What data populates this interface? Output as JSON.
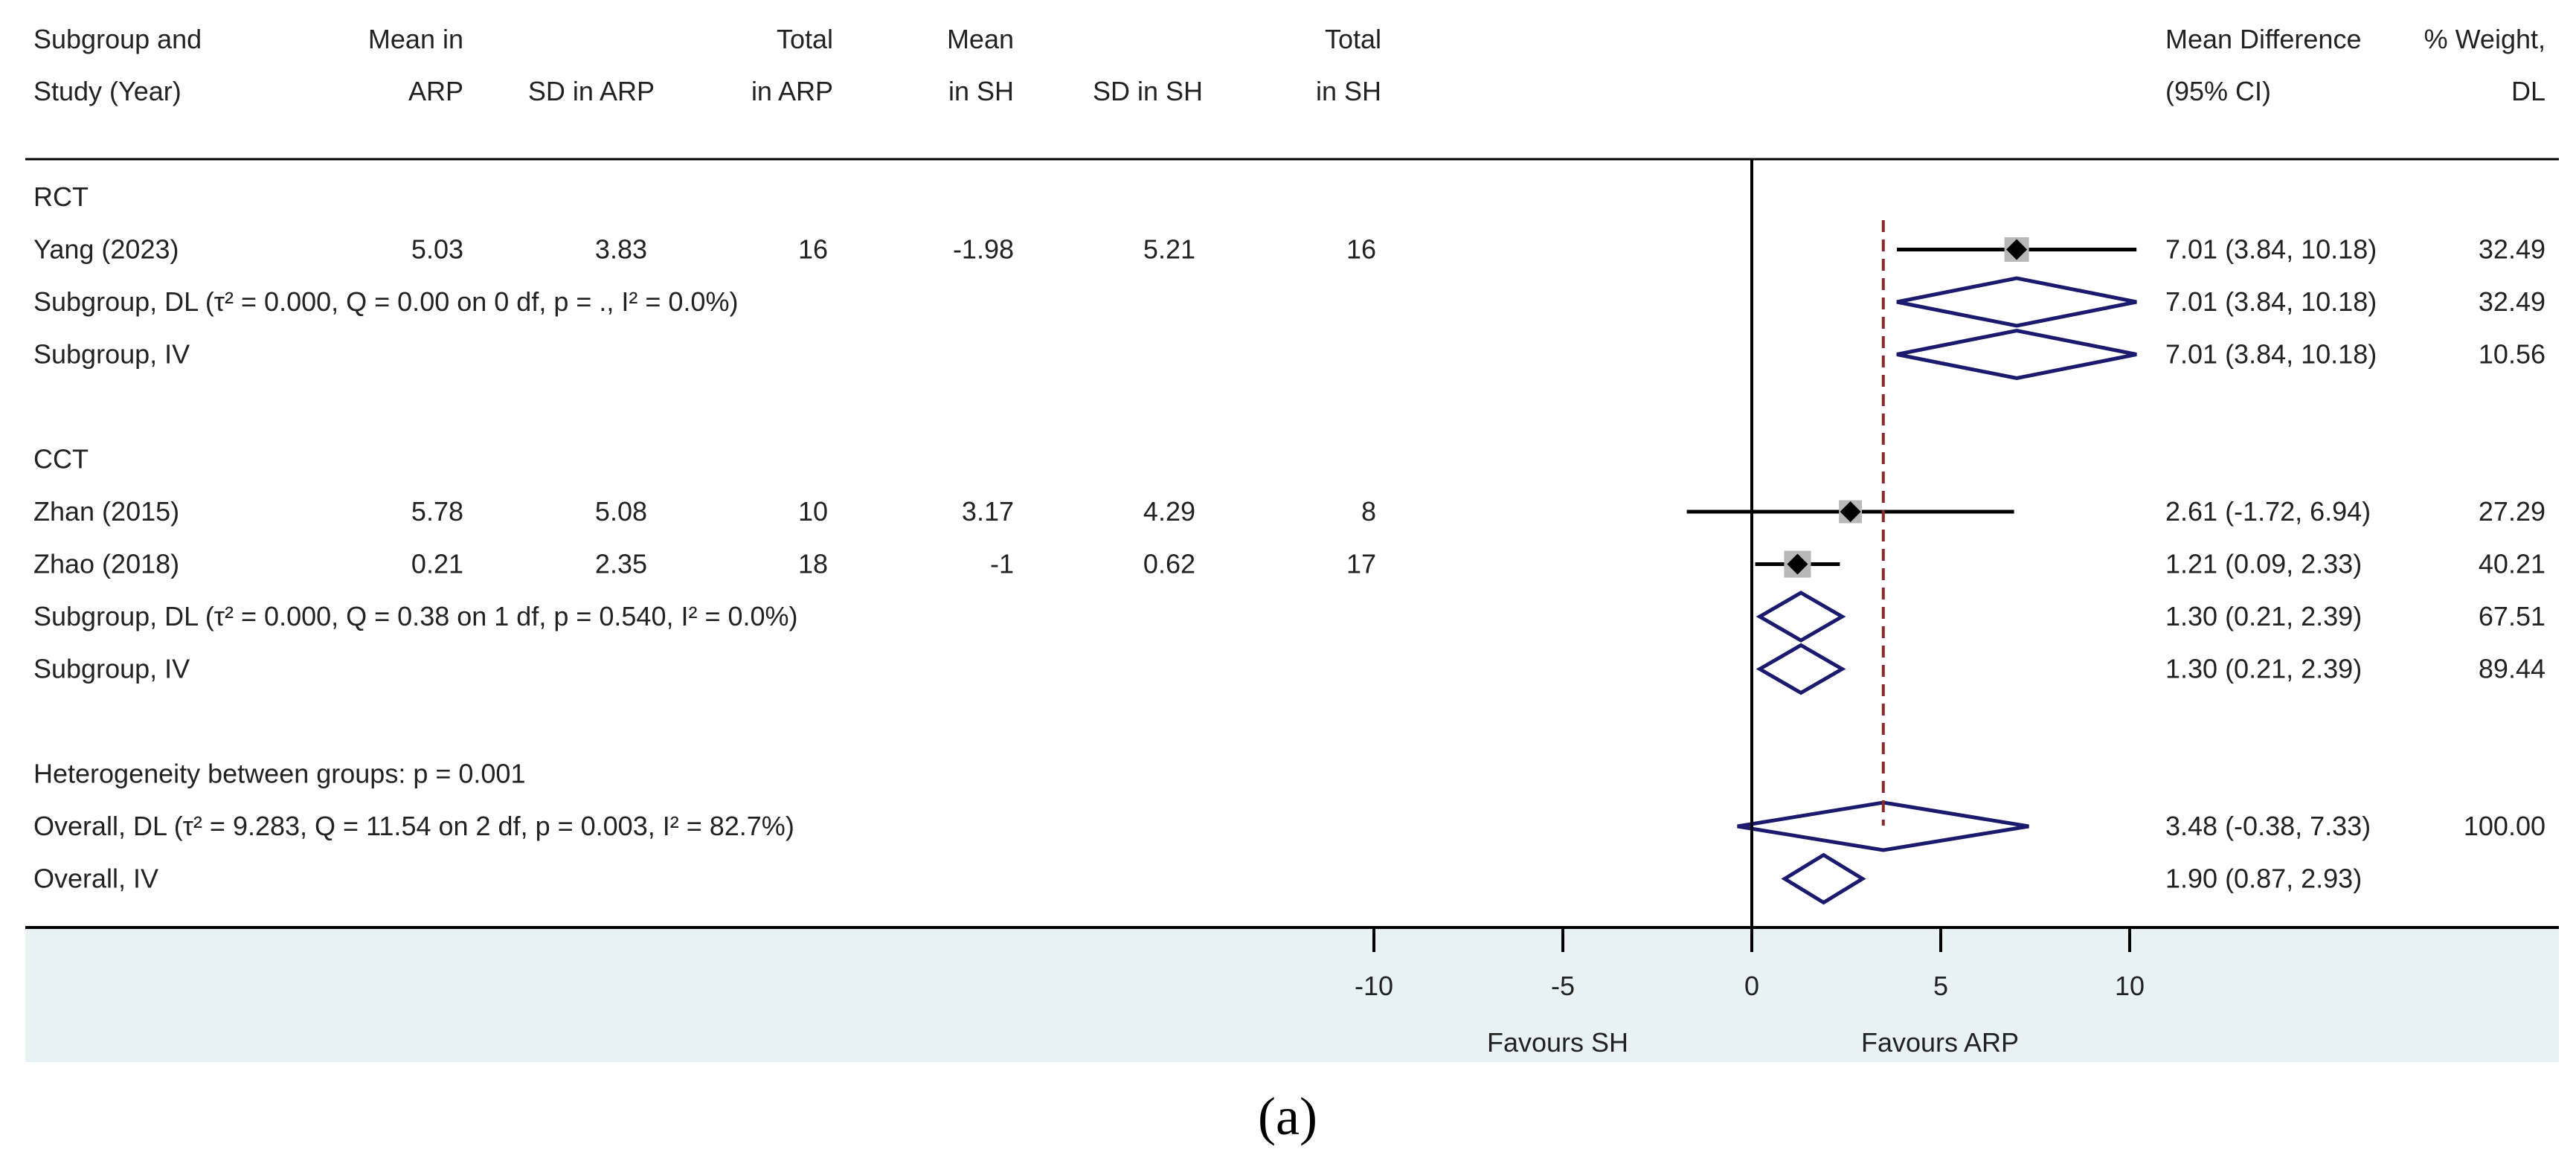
{
  "colors": {
    "axis_band": "#e8f1f4",
    "diamond": "#1a1a6e",
    "ci_line": "#000000",
    "weight_box": "#b8b8b8",
    "overall_line": "#8b2a2a"
  },
  "header": {
    "col1": [
      "Subgroup and",
      "Study (Year)"
    ],
    "col2": [
      "Mean in",
      "ARP"
    ],
    "col3": [
      "",
      "SD in ARP"
    ],
    "col4": [
      "Total",
      "in ARP"
    ],
    "col5": [
      "Mean",
      "in SH"
    ],
    "col6": [
      "",
      "SD in SH"
    ],
    "col7": [
      "Total",
      "in SH"
    ],
    "col8": [
      "Mean Difference",
      "(95% CI)"
    ],
    "col9": [
      "% Weight,",
      "DL"
    ]
  },
  "rows": [
    {
      "kind": "heading",
      "label": "RCT"
    },
    {
      "kind": "study",
      "label": "Yang (2023)",
      "mean_arp": "5.03",
      "sd_arp": "3.83",
      "n_arp": "16",
      "mean_sh": "-1.98",
      "sd_sh": "5.21",
      "n_sh": "16",
      "ci_text": "7.01 (3.84, 10.18)",
      "weight": "32.49",
      "md": 7.01,
      "lo": 3.84,
      "hi": 10.18,
      "w": 32.49
    },
    {
      "kind": "summary",
      "label": "Subgroup, DL (τ² = 0.000, Q = 0.00 on 0 df, p = ., I² = 0.0%)",
      "ci_text": "7.01 (3.84, 10.18)",
      "weight": "32.49",
      "md": 7.01,
      "lo": 3.84,
      "hi": 10.18
    },
    {
      "kind": "summary",
      "label": "Subgroup, IV",
      "ci_text": "7.01 (3.84, 10.18)",
      "weight": "10.56",
      "md": 7.01,
      "lo": 3.84,
      "hi": 10.18
    },
    {
      "kind": "blank"
    },
    {
      "kind": "heading",
      "label": "CCT"
    },
    {
      "kind": "study",
      "label": "Zhan (2015)",
      "mean_arp": "5.78",
      "sd_arp": "5.08",
      "n_arp": "10",
      "mean_sh": "3.17",
      "sd_sh": "4.29",
      "n_sh": "8",
      "ci_text": "2.61 (-1.72, 6.94)",
      "weight": "27.29",
      "md": 2.61,
      "lo": -1.72,
      "hi": 6.94,
      "w": 27.29
    },
    {
      "kind": "study",
      "label": "Zhao (2018)",
      "mean_arp": "0.21",
      "sd_arp": "2.35",
      "n_arp": "18",
      "mean_sh": "-1",
      "sd_sh": "0.62",
      "n_sh": "17",
      "ci_text": "1.21 (0.09, 2.33)",
      "weight": "40.21",
      "md": 1.21,
      "lo": 0.09,
      "hi": 2.33,
      "w": 40.21
    },
    {
      "kind": "summary",
      "label": "Subgroup, DL (τ² = 0.000, Q = 0.38 on 1 df, p = 0.540, I² = 0.0%)",
      "ci_text": "1.30 (0.21, 2.39)",
      "weight": "67.51",
      "md": 1.3,
      "lo": 0.21,
      "hi": 2.39
    },
    {
      "kind": "summary",
      "label": "Subgroup, IV",
      "ci_text": "1.30 (0.21, 2.39)",
      "weight": "89.44",
      "md": 1.3,
      "lo": 0.21,
      "hi": 2.39
    },
    {
      "kind": "blank"
    },
    {
      "kind": "heading",
      "label": "Heterogeneity between groups: p = 0.001"
    },
    {
      "kind": "summary",
      "label": "Overall, DL (τ² = 9.283, Q = 11.54 on 2 df, p = 0.003, I² = 82.7%)",
      "ci_text": "3.48 (-0.38, 7.33)",
      "weight": "100.00",
      "md": 3.48,
      "lo": -0.38,
      "hi": 7.33
    },
    {
      "kind": "summary",
      "label": "Overall, IV",
      "ci_text": "1.90 (0.87, 2.93)",
      "weight": "",
      "md": 1.9,
      "lo": 0.87,
      "hi": 2.93
    }
  ],
  "chart_data": {
    "type": "forest",
    "effect_measure": "Mean Difference",
    "x_ticks": [
      -10,
      -5,
      0,
      5,
      10
    ],
    "xlim": [
      -10,
      10
    ],
    "null_line": 0,
    "overall_line": 3.48,
    "favours_left": "Favours SH",
    "favours_right": "Favours ARP",
    "studies": [
      {
        "name": "Yang (2023)",
        "group": "RCT",
        "md": 7.01,
        "lo": 3.84,
        "hi": 10.18,
        "weight": 32.49
      },
      {
        "name": "Zhan (2015)",
        "group": "CCT",
        "md": 2.61,
        "lo": -1.72,
        "hi": 6.94,
        "weight": 27.29
      },
      {
        "name": "Zhao (2018)",
        "group": "CCT",
        "md": 1.21,
        "lo": 0.09,
        "hi": 2.33,
        "weight": 40.21
      }
    ]
  },
  "caption": "(a)"
}
